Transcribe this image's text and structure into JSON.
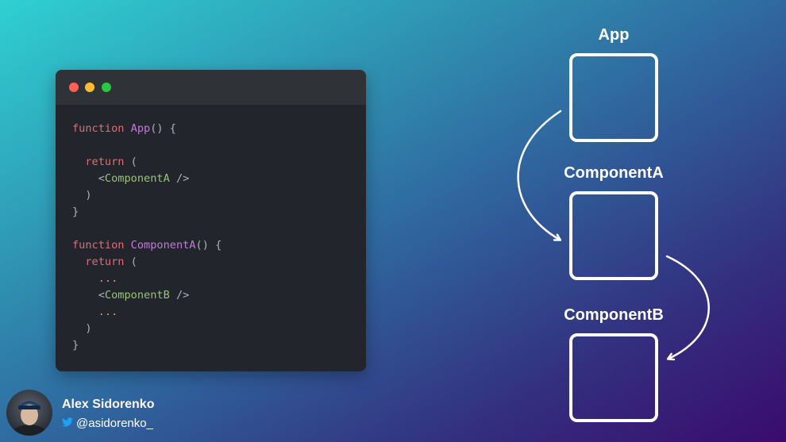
{
  "code_window": {
    "lines": [
      [
        {
          "t": "function ",
          "c": "kw"
        },
        {
          "t": "App",
          "c": "fn"
        },
        {
          "t": "() {",
          "c": "pn"
        }
      ],
      [],
      [
        {
          "t": "  return ",
          "c": "kw"
        },
        {
          "t": "(",
          "c": "pn"
        }
      ],
      [
        {
          "t": "    <",
          "c": "pn"
        },
        {
          "t": "ComponentA",
          "c": "cp"
        },
        {
          "t": " />",
          "c": "pn"
        }
      ],
      [
        {
          "t": "  )",
          "c": "pn"
        }
      ],
      [
        {
          "t": "}",
          "c": "pn"
        }
      ],
      [],
      [
        {
          "t": "function ",
          "c": "kw"
        },
        {
          "t": "ComponentA",
          "c": "fn"
        },
        {
          "t": "() {",
          "c": "pn"
        }
      ],
      [
        {
          "t": "  return ",
          "c": "kw"
        },
        {
          "t": "(",
          "c": "pn"
        }
      ],
      [
        {
          "t": "    ...",
          "c": "el"
        }
      ],
      [
        {
          "t": "    <",
          "c": "pn"
        },
        {
          "t": "ComponentB",
          "c": "cp"
        },
        {
          "t": " />",
          "c": "pn"
        }
      ],
      [
        {
          "t": "    ...",
          "c": "el"
        }
      ],
      [
        {
          "t": "  )",
          "c": "pn"
        }
      ],
      [
        {
          "t": "}",
          "c": "pn"
        }
      ]
    ]
  },
  "diagram": {
    "nodes": [
      {
        "label": "App"
      },
      {
        "label": "ComponentA"
      },
      {
        "label": "ComponentB"
      }
    ]
  },
  "author": {
    "name": "Alex Sidorenko",
    "handle": "@asidorenko_",
    "icon": "twitter-bird-icon"
  },
  "colors": {
    "keyword": "#e06c75",
    "function": "#c678dd",
    "component": "#98c379",
    "ellipsis": "#d19a66",
    "twitter": "#1da1f2"
  }
}
